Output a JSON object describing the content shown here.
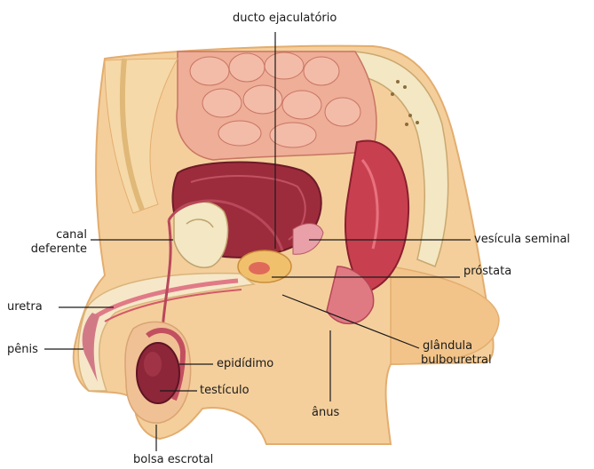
{
  "labels": {
    "ejaculatory_duct": "ducto ejaculatório",
    "vas_deferens_line1": "canal",
    "vas_deferens_line2": "deferente",
    "seminal_vesicle": "vesícula seminal",
    "prostate": "próstata",
    "urethra": "uretra",
    "bulbourethral_line1": "glândula",
    "bulbourethral_line2": "bulbouretral",
    "penis": "pênis",
    "epididymis": "epidídimo",
    "testicle": "testículo",
    "anus": "ânus",
    "scrotum": "bolsa escrotal"
  },
  "colors": {
    "skin": "#f4cf9c",
    "skin_edge": "#e3ad6f",
    "flesh": "#d9818a",
    "flesh_dark": "#b8485a",
    "bladder": "#9c2c3c",
    "bone": "#f3e7c4",
    "intestine": "#eeae98",
    "leader_line": "#1a1a1a"
  }
}
